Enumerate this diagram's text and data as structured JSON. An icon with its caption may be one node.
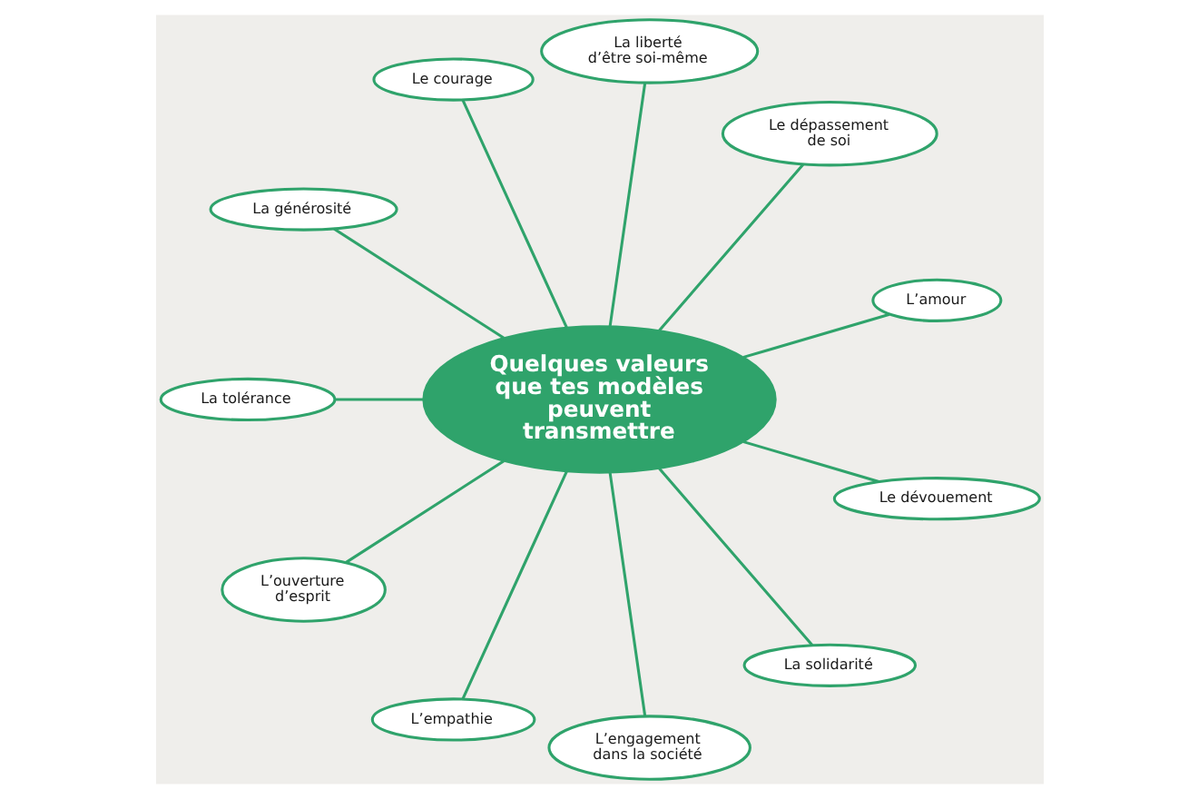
{
  "diagram": {
    "nodes": [
      {
        "text": [
          "Quelques valeurs que tes modèles peuvent transmettre"
        ]
      },
      {
        "text": [
          "La liberté d’être soi-même"
        ]
      },
      {
        "text": [
          "Le dépassement de soi"
        ]
      },
      {
        "text": [
          "L’amour"
        ]
      },
      {
        "text": [
          "Le dévouement"
        ]
      },
      {
        "text": [
          "La solidarité"
        ]
      },
      {
        "text": [
          "L’engagement dans la société"
        ]
      },
      {
        "text": [
          "L’empathie"
        ]
      },
      {
        "text": [
          "L’ouverture d’esprit"
        ]
      },
      {
        "text": [
          "La tolérance"
        ]
      },
      {
        "text": [
          "La générosité"
        ]
      },
      {
        "text": [
          "Le courage"
        ]
      }
    ],
    "edges": [
      {
        "from": 0,
        "to": 1,
        "arrow": "none"
      },
      {
        "from": 0,
        "to": 2,
        "arrow": "none"
      },
      {
        "from": 0,
        "to": 3,
        "arrow": "none"
      },
      {
        "from": 0,
        "to": 4,
        "arrow": "none"
      },
      {
        "from": 0,
        "to": 5,
        "arrow": "none"
      },
      {
        "from": 0,
        "to": 6,
        "arrow": "none"
      },
      {
        "from": 0,
        "to": 7,
        "arrow": "none"
      },
      {
        "from": 0,
        "to": 8,
        "arrow": "none"
      },
      {
        "from": 0,
        "to": 9,
        "arrow": "none"
      },
      {
        "from": 0,
        "to": 10,
        "arrow": "none"
      },
      {
        "from": 0,
        "to": 11,
        "arrow": "none"
      }
    ]
  }
}
